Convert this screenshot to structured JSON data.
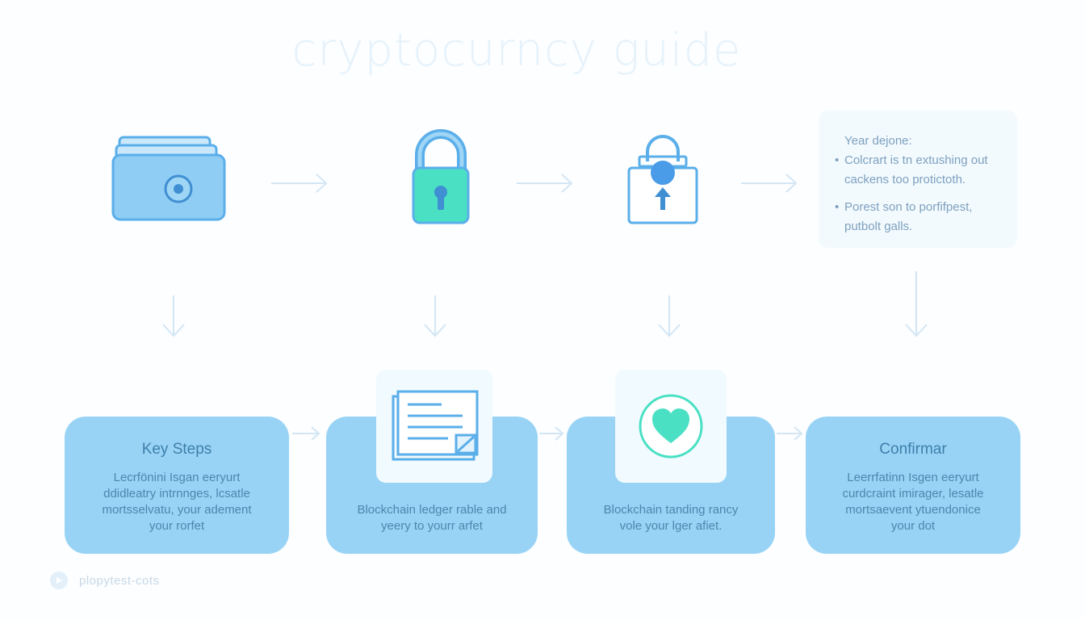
{
  "title": "cryptocurncy guide",
  "top_icons": [
    {
      "name": "wallet-icon"
    },
    {
      "name": "padlock-icon"
    },
    {
      "name": "lock-upload-icon"
    }
  ],
  "info_panel": {
    "heading": "Year dejone:",
    "bullets": [
      "Colcrart is tn extushing out cackens too protictoth.",
      "Porest son to porfifpest, putbolt galls."
    ]
  },
  "cards": [
    {
      "title": "Key Steps",
      "text_lines": [
        "Lecrfönini Isgan eeryurt",
        "ddidleatry intrnnges, lcsatle",
        "mortsselvatu, your adement",
        "your rorfet"
      ]
    },
    {
      "title": "",
      "text_lines": [
        "Blockchain ledger rable and",
        "yeery to yourr arfet"
      ]
    },
    {
      "title": "",
      "text_lines": [
        "Blockchain tanding rancy",
        "vole your lger afiet."
      ]
    },
    {
      "title": "Confirmar",
      "text_lines": [
        "Leerrfatinn Isgen eeryurt",
        "curdcraint imirager, lesatle",
        "mortsaevent ytuendonice",
        "your dot"
      ]
    }
  ],
  "tiles": [
    {
      "name": "ledger-document-icon"
    },
    {
      "name": "heart-icon"
    }
  ],
  "footer": {
    "text": "plopytest-cots"
  },
  "colors": {
    "card_fill": "#98d3f6",
    "icon_blue": "#5aaee9",
    "icon_teal": "#49e0c4",
    "arrow": "#d4e6f4"
  }
}
